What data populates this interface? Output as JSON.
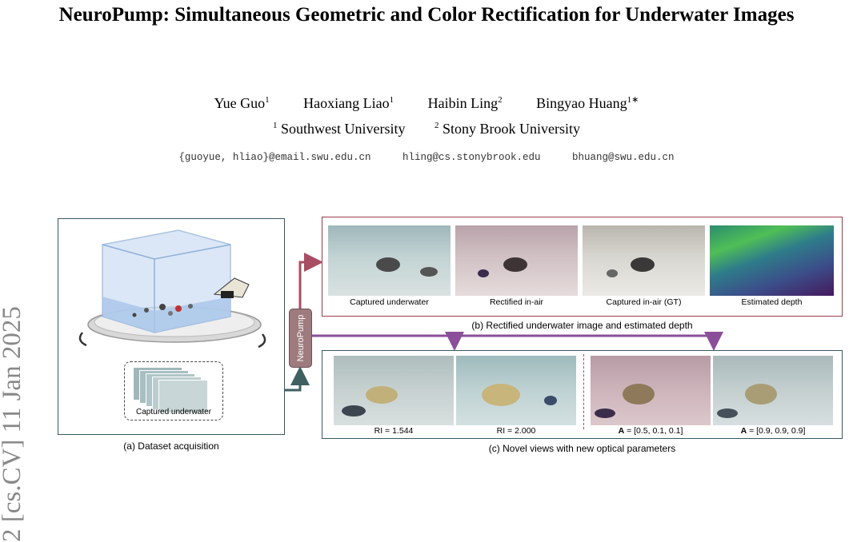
{
  "paper": {
    "title": "NeuroPump: Simultaneous Geometric and Color Rectification for Underwater Images",
    "authors": [
      {
        "name": "Yue Guo",
        "sup": "1"
      },
      {
        "name": "Haoxiang Liao",
        "sup": "1"
      },
      {
        "name": "Haibin Ling",
        "sup": "2"
      },
      {
        "name": "Bingyao Huang",
        "sup": "1∗"
      }
    ],
    "affiliations": [
      {
        "sup": "1",
        "name": "Southwest University"
      },
      {
        "sup": "2",
        "name": "Stony Brook University"
      }
    ],
    "emails": [
      "{guoyue, hliao}@email.swu.edu.cn",
      "hling@cs.stonybrook.edu",
      "bhuang@swu.edu.cn"
    ],
    "arxiv_stamp": "2   [cs.CV]  11 Jan 2025"
  },
  "figure": {
    "neuropump_label": "NeuroPump",
    "panel_a": {
      "stack_label": "Captured underwater",
      "caption": "(a) Dataset acquisition"
    },
    "panel_b": {
      "images": [
        {
          "label": "Captured underwater"
        },
        {
          "label": "Rectified in-air"
        },
        {
          "label": "Captured in-air (GT)"
        },
        {
          "label": "Estimated depth"
        }
      ],
      "caption": "(b) Rectified underwater image and estimated depth"
    },
    "panel_c": {
      "images": [
        {
          "label": "RI = 1.544"
        },
        {
          "label": "RI = 2.000"
        },
        {
          "label_bold": "A",
          "label_rest": " = [0.5, 0.1, 0.1]"
        },
        {
          "label_bold": "A",
          "label_rest": " = [0.9, 0.9, 0.9]"
        }
      ],
      "caption": "(c) Novel views with new optical parameters"
    }
  },
  "colors": {
    "panel_a_border": "#3a5763",
    "panel_b_border": "#9a3d4b",
    "panel_c_border": "#3a5763",
    "arrow_red": "#a84d63",
    "arrow_purple": "#8b4f9a",
    "arrow_teal": "#3f5f60",
    "neuropump_box": "#9e7b7e"
  }
}
